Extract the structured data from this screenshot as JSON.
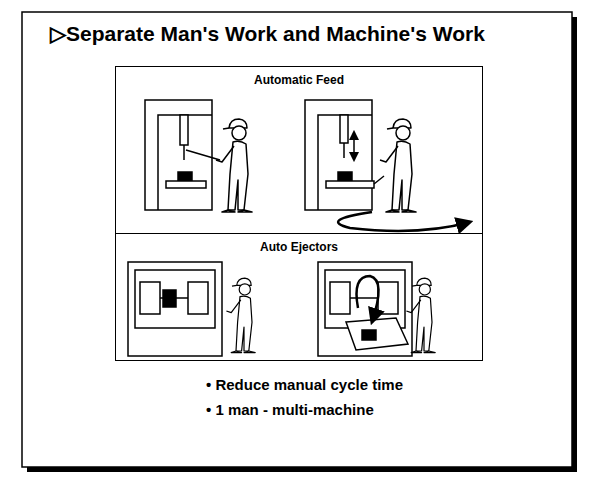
{
  "diagram": {
    "title": "▷Separate Man's Work and Machine's Work",
    "nodes": [
      {
        "text": [
          "Automatic Feed"
        ]
      },
      {
        "text": [
          "Auto Ejectors"
        ]
      }
    ],
    "labels": [
      "• Reduce manual cycle time",
      "• 1 man - multi-machine"
    ]
  }
}
